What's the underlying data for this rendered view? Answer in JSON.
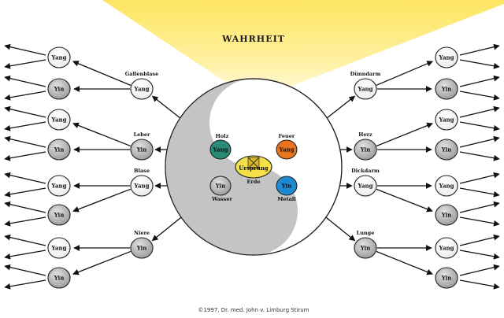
{
  "title": "WAHRHEIT",
  "copyright": "©1997, Dr. med. John v. Limburg Stirum",
  "center": {
    "label": "Ursprung",
    "elements": [
      {
        "name": "Holz",
        "polarity": "Yang",
        "color": "#2a8a78"
      },
      {
        "name": "Feuer",
        "polarity": "Yang",
        "color": "#e8741e"
      },
      {
        "name": "Wasser",
        "polarity": "Yin",
        "color": "#c8c8c8"
      },
      {
        "name": "Metall",
        "polarity": "Yin",
        "color": "#1e88d0"
      },
      {
        "name": "Erde",
        "polarity": "",
        "color": "#f5e04a"
      }
    ]
  },
  "organs": [
    {
      "name": "Gallenblase",
      "polarity": "Yang"
    },
    {
      "name": "Leber",
      "polarity": "Yin"
    },
    {
      "name": "Blase",
      "polarity": "Yang"
    },
    {
      "name": "Niere",
      "polarity": "Yin"
    },
    {
      "name": "Dünndarm",
      "polarity": "Yang"
    },
    {
      "name": "Herz",
      "polarity": "Yin"
    },
    {
      "name": "Dickdarm",
      "polarity": "Yang"
    },
    {
      "name": "Lunge",
      "polarity": "Yin"
    }
  ],
  "outer_nodes": {
    "left": [
      "Yang",
      "Yin",
      "Yang",
      "Yin",
      "Yang",
      "Yin",
      "Yang",
      "Yin"
    ],
    "right": [
      "Yang",
      "Yin",
      "Yang",
      "Yin",
      "Yang",
      "Yin",
      "Yang",
      "Yin"
    ]
  },
  "colors": {
    "yang_fill": "#ffffff",
    "yin_fill": "#b4b4b4",
    "beam": "#fde96a"
  }
}
